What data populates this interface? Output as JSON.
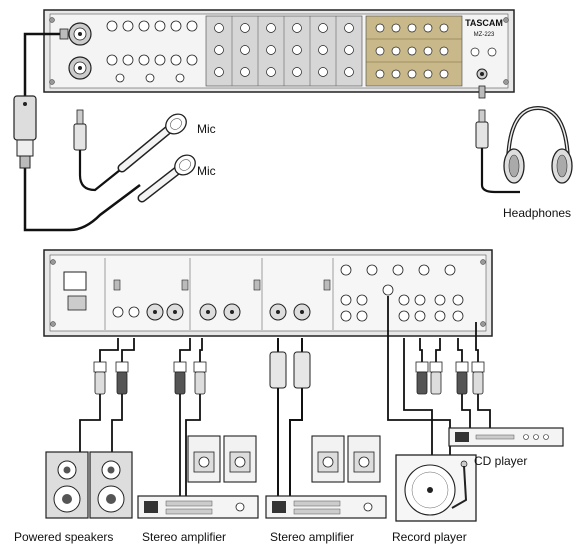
{
  "front_panel": {
    "brand": "TASCAM",
    "model": "MZ-223"
  },
  "labels": {
    "mic_1": "Mic",
    "mic_2": "Mic",
    "headphones": "Headphones",
    "cd_player": "CD player",
    "powered_speakers": "Powered speakers",
    "stereo_amplifier_1": "Stereo amplifier",
    "stereo_amplifier_2": "Stereo amplifier",
    "record_player": "Record player"
  }
}
